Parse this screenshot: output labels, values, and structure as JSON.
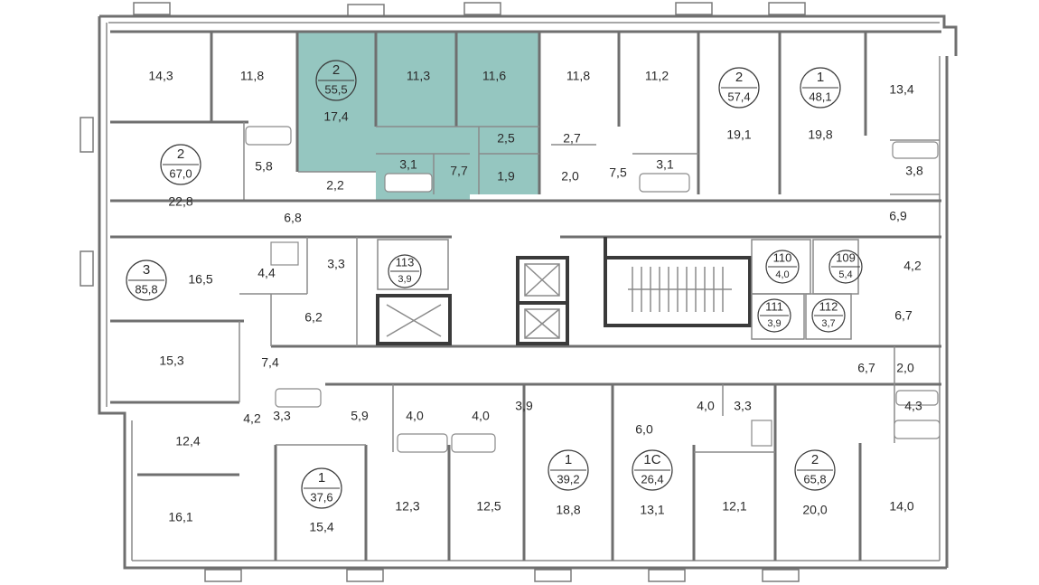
{
  "colors": {
    "highlight": "#95c6c0",
    "wall": "#6f6f6f",
    "dark_wall": "#3a3a3a",
    "text": "#2a2a2a"
  },
  "apartments": [
    {
      "rooms": "2",
      "area": "55,5",
      "highlighted": true
    },
    {
      "rooms": "2",
      "area": "57,4"
    },
    {
      "rooms": "1",
      "area": "48,1"
    },
    {
      "rooms": "2",
      "area": "67,0"
    },
    {
      "rooms": "3",
      "area": "85,8"
    },
    {
      "rooms": "1",
      "area": "37,6"
    },
    {
      "rooms": "1",
      "area": "39,2"
    },
    {
      "rooms": "1С",
      "area": "26,4"
    },
    {
      "rooms": "2",
      "area": "65,8"
    }
  ],
  "storage": [
    {
      "number": "113",
      "area": "3,9"
    },
    {
      "number": "110",
      "area": "4,0"
    },
    {
      "number": "109",
      "area": "5,4"
    },
    {
      "number": "111",
      "area": "3,9"
    },
    {
      "number": "112",
      "area": "3,7"
    }
  ],
  "rooms": [
    "14,3",
    "11,8",
    "17,4",
    "11,3",
    "11,6",
    "11,8",
    "11,2",
    "13,4",
    "19,1",
    "19,8",
    "5,8",
    "2,2",
    "3,1",
    "7,7",
    "1,9",
    "2,5",
    "2,7",
    "2,0",
    "7,5",
    "3,1",
    "3,8",
    "22,8",
    "6,8",
    "6,9",
    "4,4",
    "3,3",
    "16,5",
    "4,2",
    "6,2",
    "6,7",
    "15,3",
    "7,4",
    "6,7",
    "2,0",
    "4,3",
    "4,2",
    "3,3",
    "5,9",
    "4,0",
    "4,0",
    "3,9",
    "6,0",
    "4,0",
    "3,3",
    "12,4",
    "16,1",
    "15,4",
    "12,3",
    "12,5",
    "18,8",
    "13,1",
    "12,1",
    "20,0",
    "14,0"
  ]
}
